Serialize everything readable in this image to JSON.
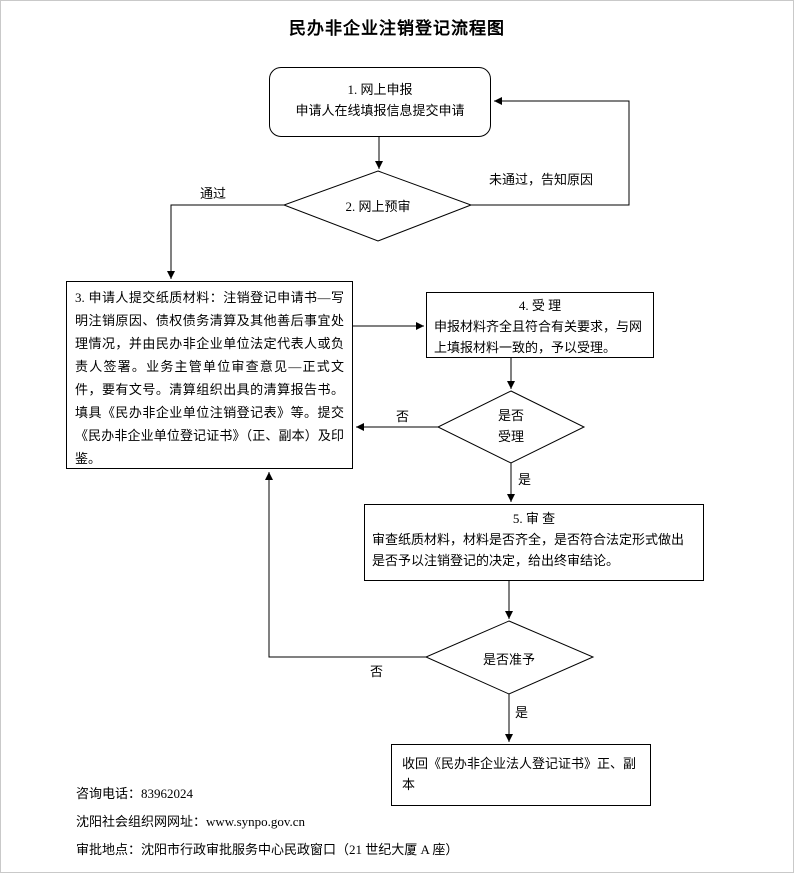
{
  "title": "民办非企业注销登记流程图",
  "nodes": {
    "step1_online_declare": {
      "line1": "1. 网上申报",
      "line2": "申请人在线填报信息提交申请"
    },
    "step2_pre_review": {
      "label": "2. 网上预审"
    },
    "step3_paper_materials": {
      "text": "3. 申请人提交纸质材料：注销登记申请书—写明注销原因、债权债务清算及其他善后事宜处理情况，并由民办非企业单位法定代表人或负责人签署。业务主管单位审查意见—正式文件，要有文号。清算组织出具的清算报告书。填具《民办非企业单位注销登记表》等。提交《民办非企业单位登记证书》（正、副本）及印鉴。"
    },
    "step4_acceptance": {
      "title": "4. 受 理",
      "body": "申报材料齐全且符合有关要求，与网上填报材料一致的，予以受理。"
    },
    "decision_accept": {
      "line1": "是否",
      "line2": "受理"
    },
    "step5_review": {
      "title": "5. 审 查",
      "body": "审查纸质材料，材料是否齐全，是否符合法定形式做出是否予以注销登记的决定，给出终审结论。"
    },
    "decision_approve": {
      "label": "是否准予"
    },
    "final_retrieve": {
      "text": "收回《民办非企业法人登记证书》正、副本"
    }
  },
  "edge_labels": {
    "pass": "通过",
    "fail": "未通过，告知原因",
    "not_accepted": "否",
    "accepted": "是",
    "not_approved": "否",
    "approved": "是"
  },
  "footer": {
    "phone": "咨询电话：83962024",
    "website": "沈阳社会组织网网址：www.synpo.gov.cn",
    "location": "审批地点：沈阳市行政审批服务中心民政窗口（21 世纪大厦 A 座）"
  }
}
